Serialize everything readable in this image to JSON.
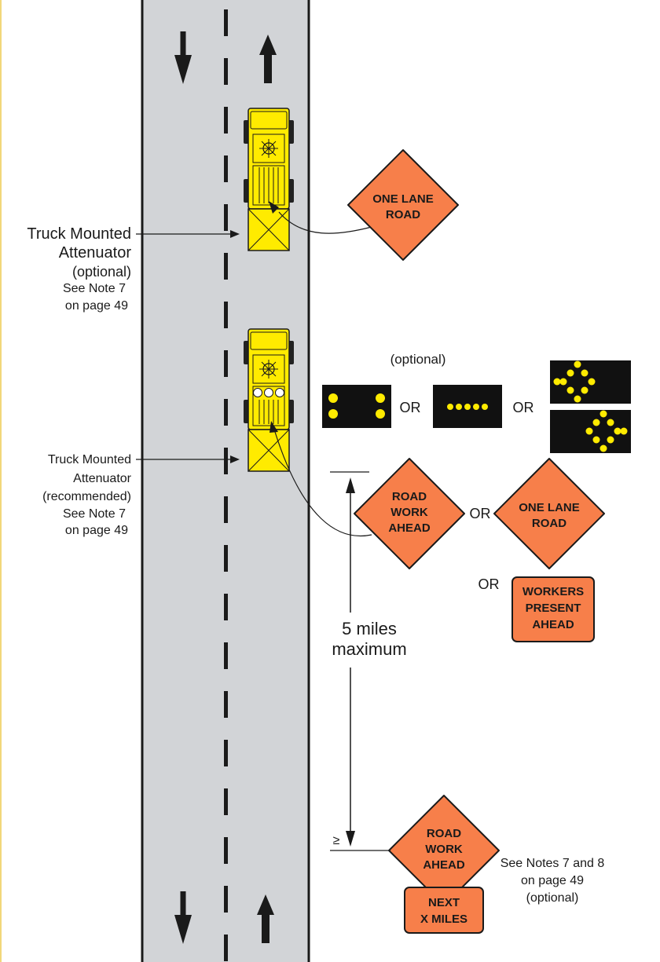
{
  "colors": {
    "road": "#d2d4d7",
    "edge_line": "#1a1a1a",
    "truck": "#ffeb00",
    "sign_fill": "#f77f4a",
    "board": "#111111",
    "lamp": "#ffeb00",
    "page_rule": "#f2d77a"
  },
  "icons": [
    "arrow-down-icon",
    "arrow-up-icon",
    "truck-icon",
    "arrow-board-icon",
    "diamond-sign-icon"
  ],
  "labels": {
    "tma1": [
      "Truck Mounted",
      "Attenuator",
      "(optional)",
      "See Note 7",
      "on page 49"
    ],
    "tma2": [
      "Truck Mounted",
      "Attenuator",
      "(recommended)",
      "See Note 7",
      "on page 49"
    ],
    "optional_panel": "(optional)",
    "or": "OR",
    "distance": [
      "5 miles",
      "maximum"
    ],
    "symbol_ge": "≥",
    "notes": [
      "See Notes 7 and 8",
      "on page 49",
      "(optional)"
    ]
  },
  "signs": {
    "one_lane_top": [
      "ONE LANE",
      "ROAD"
    ],
    "road_work_ahead_mid": [
      "ROAD",
      "WORK",
      "AHEAD"
    ],
    "one_lane_mid": [
      "ONE LANE",
      "ROAD"
    ],
    "workers_present": [
      "WORKERS",
      "PRESENT",
      "AHEAD"
    ],
    "road_work_ahead_bottom": [
      "ROAD",
      "WORK",
      "AHEAD"
    ],
    "next_x_miles": [
      "NEXT",
      "X MILES"
    ]
  }
}
